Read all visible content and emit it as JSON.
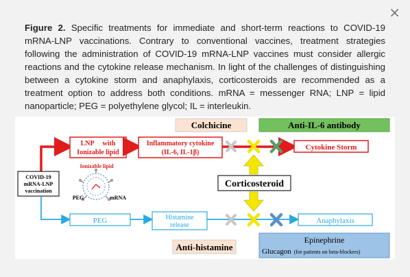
{
  "dialog": {
    "close_glyph": "×"
  },
  "caption": {
    "label": "Figure 2.",
    "text": "Specific treatments for immediate and short-term reactions to COVID-19 mRNA-LNP vaccinations. Contrary to conventional vaccines, treatment strategies following the administration of COVID-19 mRNA-LNP vaccines must consider allergic reactions and the cytokine release mechanism. In light of the challenges of distinguishing between a cytokine storm and anaphylaxis, corticosteroids are recommended as a treatment option to address both conditions. mRNA = messenger RNA; LNP = lipid nanoparticle; PEG = polyethylene glycol; IL = interleukin."
  },
  "figure": {
    "colchicine": "Colchicine",
    "anti_il6": "Anti-IL-6 antibody",
    "lnp_line1": "LNP     with",
    "lnp_line2": "Ionizable lipid",
    "cytokine_line1": "Inflammatory cytokine",
    "cytokine_line2": "(IL-6, IL-1β)",
    "cytokine_storm": "Cytokine Storm",
    "ionizable_lipid": "Ionizable lipid",
    "peg_small": "PEG",
    "mrna_small": "mRNA",
    "vaccine_line1": "COVID-19",
    "vaccine_line2": "mRNA-LNP",
    "vaccine_line3": "vaccination",
    "corticosteroid": "Corticosteroid",
    "peg_box": "PEG",
    "histamine_line1": "Histamine",
    "histamine_line2": "release",
    "anaphylaxis": "Anaphylaxis",
    "anti_histamine": "Anti-histamine",
    "epinephrine": "Epinephrine",
    "glucagon": "Glucagon",
    "glucagon_note": "(for patients on beta-blockers)"
  },
  "colors": {
    "red": "#e21b1b",
    "blue": "#29a9e0",
    "yellow": "#f5e600",
    "green_box": "#72c15e",
    "peach_box": "#fbe3d2",
    "blue_box": "#9dc3e6",
    "cross_grey": "#c8c8c8",
    "cross_green": "#5a9e6b",
    "cross_blue": "#5b8fc9"
  }
}
